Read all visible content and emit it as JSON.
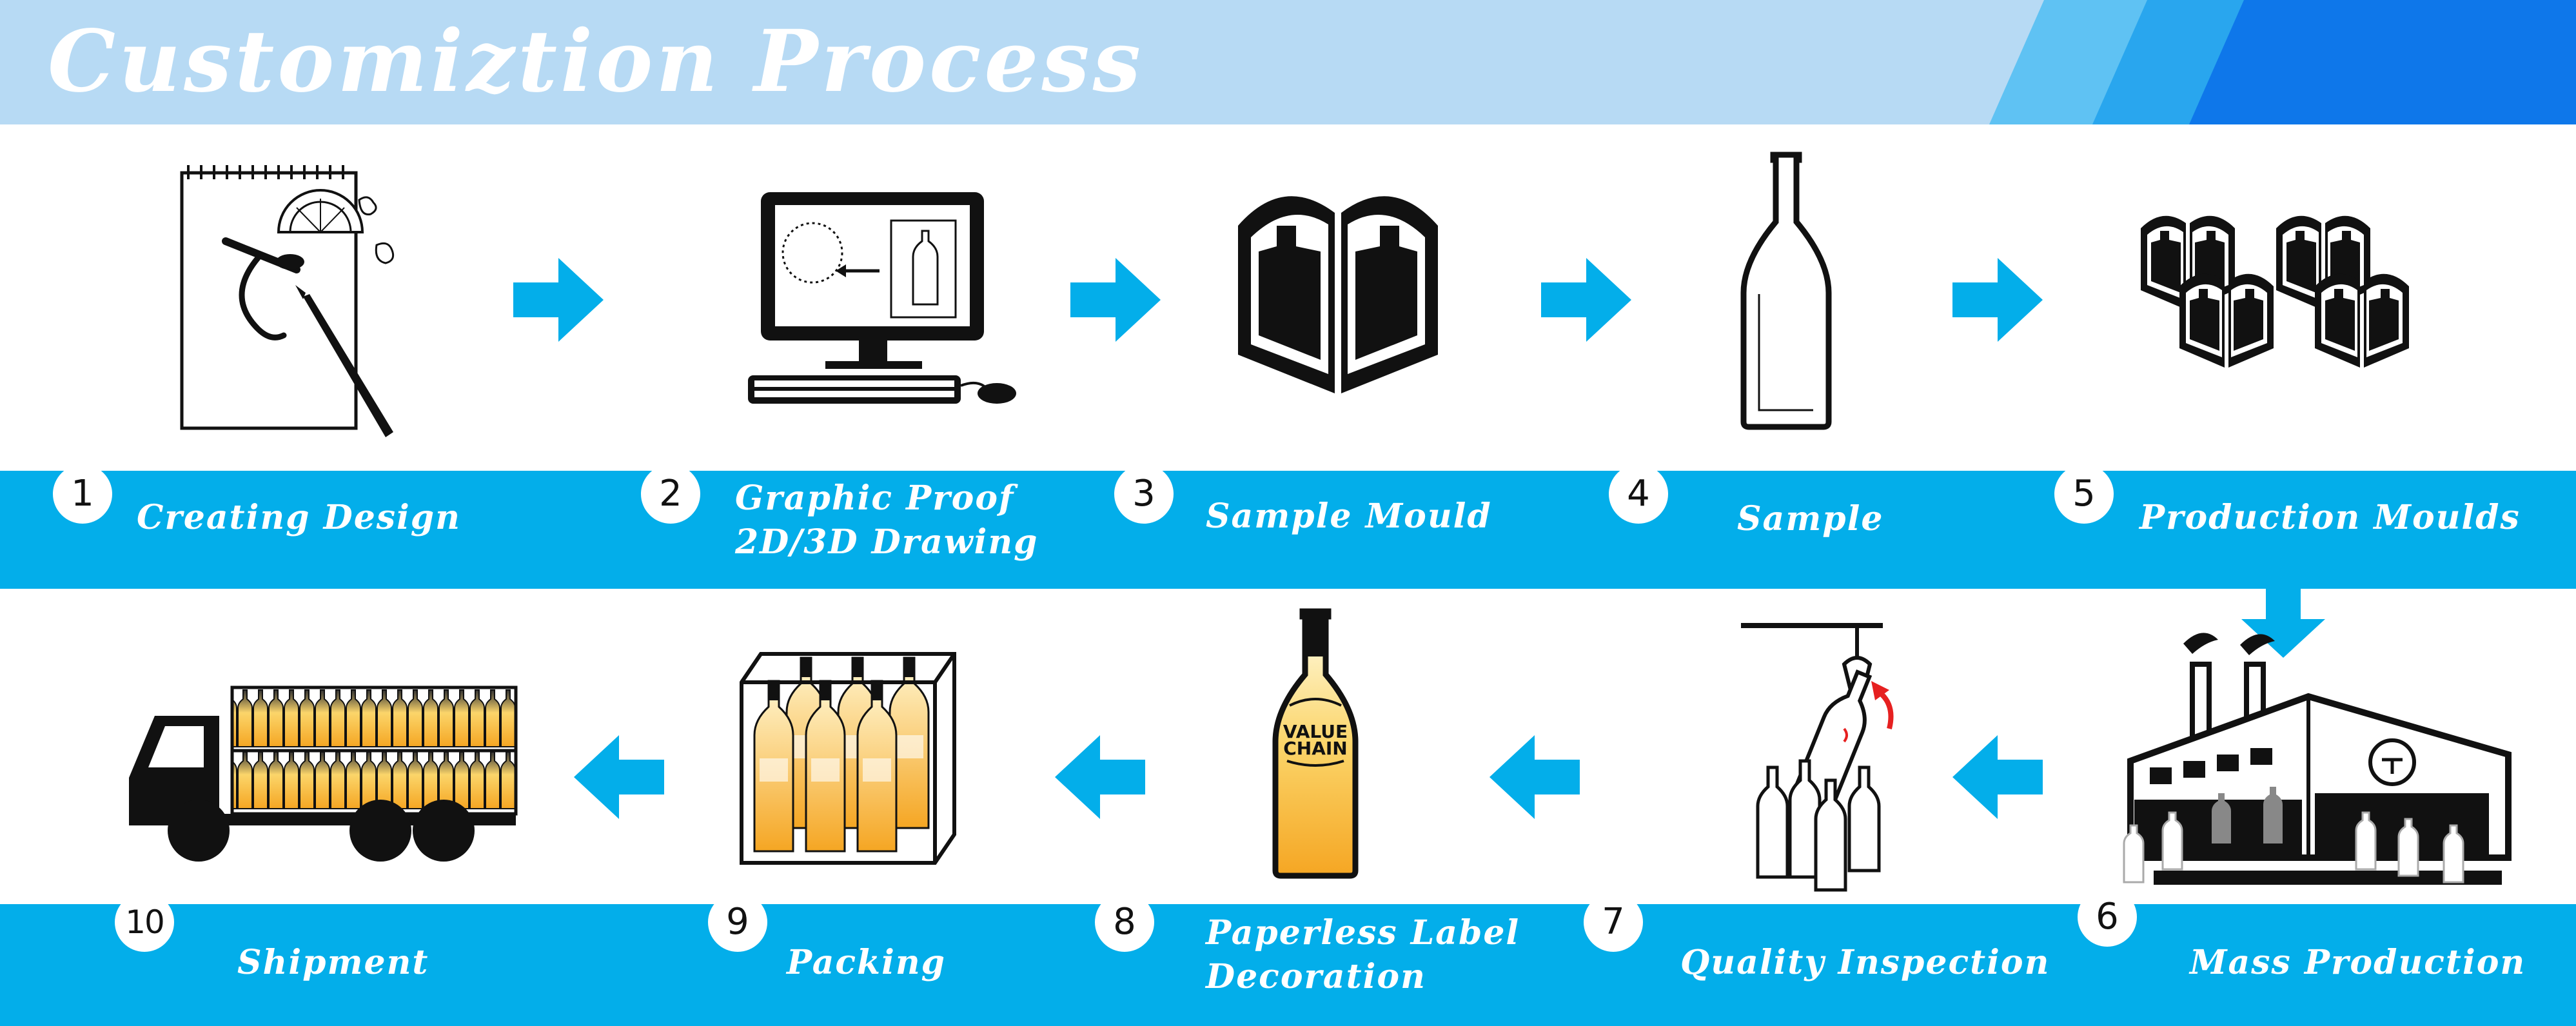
{
  "header": {
    "title": "Customiztion Process"
  },
  "steps": [
    {
      "number": "1",
      "label": "Creating Design"
    },
    {
      "number": "2",
      "label": "Graphic Proof",
      "label2": "2D/3D Drawing"
    },
    {
      "number": "3",
      "label": "Sample Mould"
    },
    {
      "number": "4",
      "label": "Sample"
    },
    {
      "number": "5",
      "label": "Production Moulds"
    },
    {
      "number": "6",
      "label": "Mass Production"
    },
    {
      "number": "7",
      "label": "Quality Inspection"
    },
    {
      "number": "8",
      "label": "Paperless Label",
      "label2": "Decoration"
    },
    {
      "number": "9",
      "label": "Packing"
    },
    {
      "number": "10",
      "label": "Shipment"
    }
  ],
  "bottle_label": {
    "line1": "VALUE",
    "line2": "CHAIN"
  },
  "colors": {
    "band": "#03aeea",
    "header": "#b7daf4",
    "header_dark": "#0e77ea",
    "arrow": "#03aeea",
    "liquid": "#f5a623"
  }
}
